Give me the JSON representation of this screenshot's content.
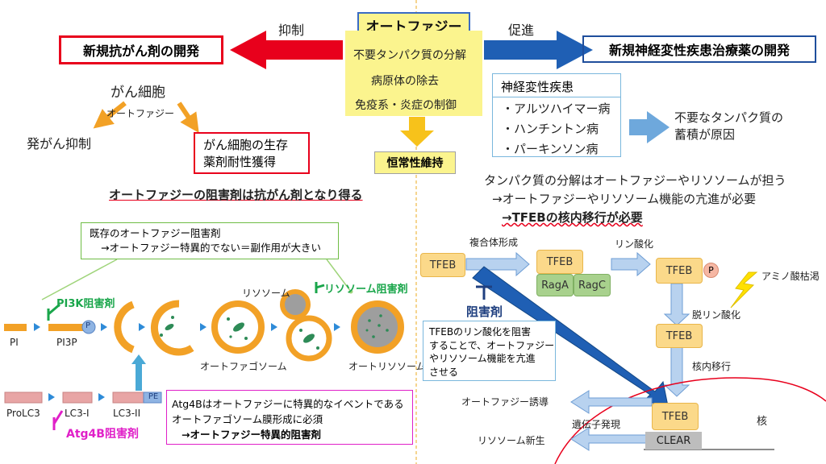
{
  "center": {
    "title": "オートファジー",
    "items": [
      "不要タンパク質の分解",
      "病原体の除去",
      "免疫系・炎症の制御"
    ],
    "homeostasis": "恒常性維持"
  },
  "left": {
    "arrow_label": "抑制",
    "heading": "新規抗がん剤の開発",
    "cancer_cell": "がん細胞",
    "autophagy_small": "オートファジー",
    "suppress": "発がん抑制",
    "survival_lines": [
      "がん細胞の生存",
      "薬剤耐性獲得"
    ],
    "conclusion": "オートファジーの阻害剤は抗がん剤となり得る",
    "existing_lines": [
      "既存のオートファジー阻害剤",
      "→オートファジー特異的でない＝副作用が大きい"
    ],
    "pi3k": "PI3K阻害剤",
    "lysosome_inhibitor": "リソソーム阻害剤",
    "lysosome": "リソソーム",
    "pi": "PI",
    "pi3p": "PI3P",
    "p": "P",
    "autophagosome": "オートファゴソーム",
    "autolysosome": "オートリソソーム",
    "prolc3": "ProLC3",
    "lc3_1": "LC3-I",
    "lc3_2": "LC3-II",
    "pe": "PE",
    "atg4b": "Atg4B阻害剤",
    "atg_lines": [
      "Atg4Bはオートファジーに特異的なイベントである",
      "オートファゴソーム膜形成に必須",
      "→オートファジー特異的阻害剤"
    ]
  },
  "right": {
    "arrow_label": "促進",
    "heading": "新規神経変性疾患治療薬の開発",
    "disease_title": "神経変性疾患",
    "diseases": [
      "・アルツハイマー病",
      "・ハンチントン病",
      "・パーキンソン病"
    ],
    "cause_lines": [
      "不要なタンパク質の",
      "蓄積が原因"
    ],
    "desc_lines": [
      "タンパク質の分解はオートファジーやリソソームが担う",
      "→オートファジーやリソソーム機能の亢進が必要",
      "→TFEBの核内移行が必要"
    ],
    "complex": "複合体形成",
    "phosphorylation": "リン酸化",
    "tfeb": "TFEB",
    "raga": "RagA",
    "ragc": "RagC",
    "p": "P",
    "amino": "アミノ酸枯渇",
    "dephos": "脱リン酸化",
    "nuclear": "核内移行",
    "inhibitor": "阻害剤",
    "inhibit_lines": [
      "TFEBのリン酸化を阻害",
      "することで、オートファジー",
      "やリソソーム機能を亢進",
      "させる"
    ],
    "autophagy_induction": "オートファジー誘導",
    "gene_expression": "遺伝子発現",
    "lysosome_biogenesis": "リソソーム新生",
    "clear": "CLEAR",
    "nucleus": "核"
  },
  "colors": {
    "red": "#e8001c",
    "blue": "#1f4e9c",
    "yellow_box": "#fbf48e",
    "tfeb": "#fbd98a",
    "rag": "#a8d18d",
    "green_inhibitor": "#1aa64b",
    "magenta": "#e020c8",
    "orange": "#f2a126"
  }
}
